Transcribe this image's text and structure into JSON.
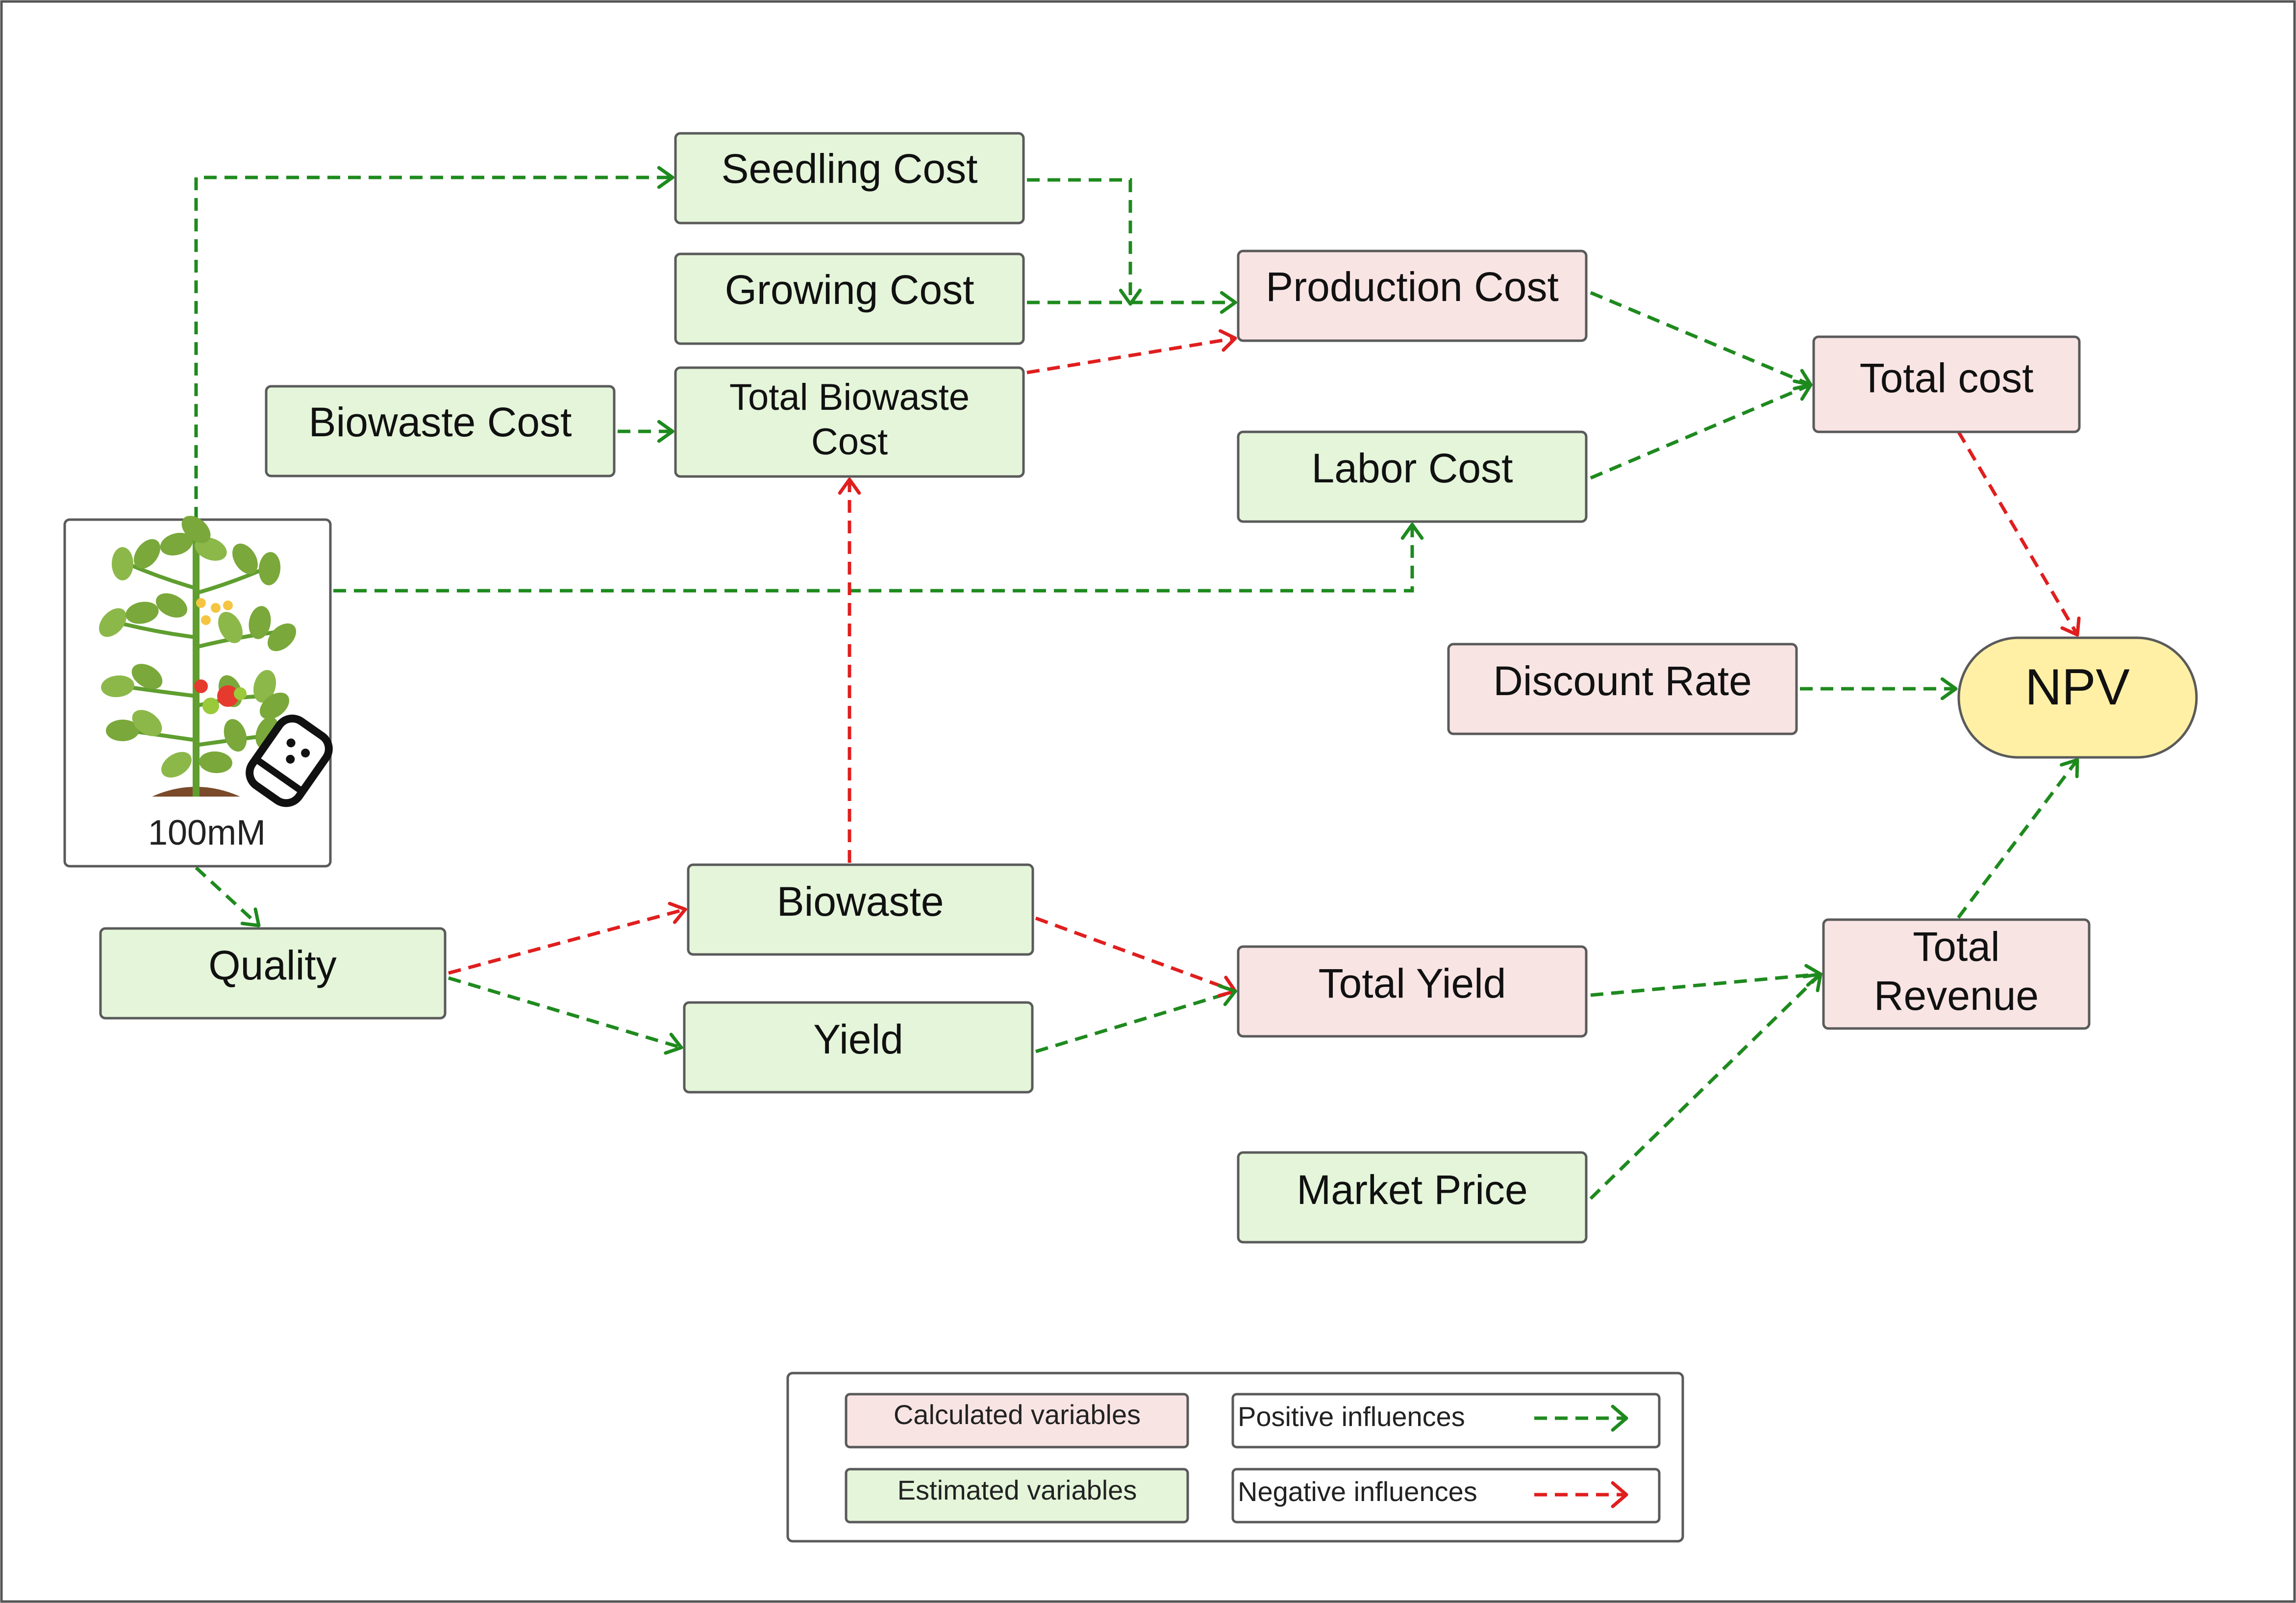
{
  "colors": {
    "calculated_fill": "#f9e4e4",
    "estimated_fill": "#e4f5da",
    "npv_fill": "#fff0a5",
    "box_stroke": "#5a5a5a",
    "positive": "#1e8a1e",
    "negative": "#e01e1e",
    "soil": "#7a4a2a",
    "stem": "#5f9e2f",
    "leaf": "#7aa83a",
    "tomato_red": "#e63a2e",
    "tomato_green": "#9ac93a",
    "flower": "#f5c542"
  },
  "nodes": {
    "seedling_cost": "Seedling Cost",
    "growing_cost": "Growing Cost",
    "production_cost": "Production Cost",
    "total_cost": "Total cost",
    "biowaste_cost": "Biowaste Cost",
    "total_biowaste_cost_1": "Total Biowaste",
    "total_biowaste_cost_2": "Cost",
    "labor_cost": "Labor Cost",
    "discount_rate": "Discount Rate",
    "npv": "NPV",
    "plant_label": "100mM",
    "quality": "Quality",
    "biowaste": "Biowaste",
    "yield": "Yield",
    "total_yield": "Total Yield",
    "total_revenue_1": "Total",
    "total_revenue_2": "Revenue",
    "market_price": "Market Price"
  },
  "plant": {
    "icons": [
      "tomato-plant-icon",
      "salt-shaker-icon"
    ]
  },
  "legend": {
    "calculated": "Calculated variables",
    "estimated": "Estimated variables",
    "positive": "Positive influences",
    "negative": "Negative influences"
  }
}
